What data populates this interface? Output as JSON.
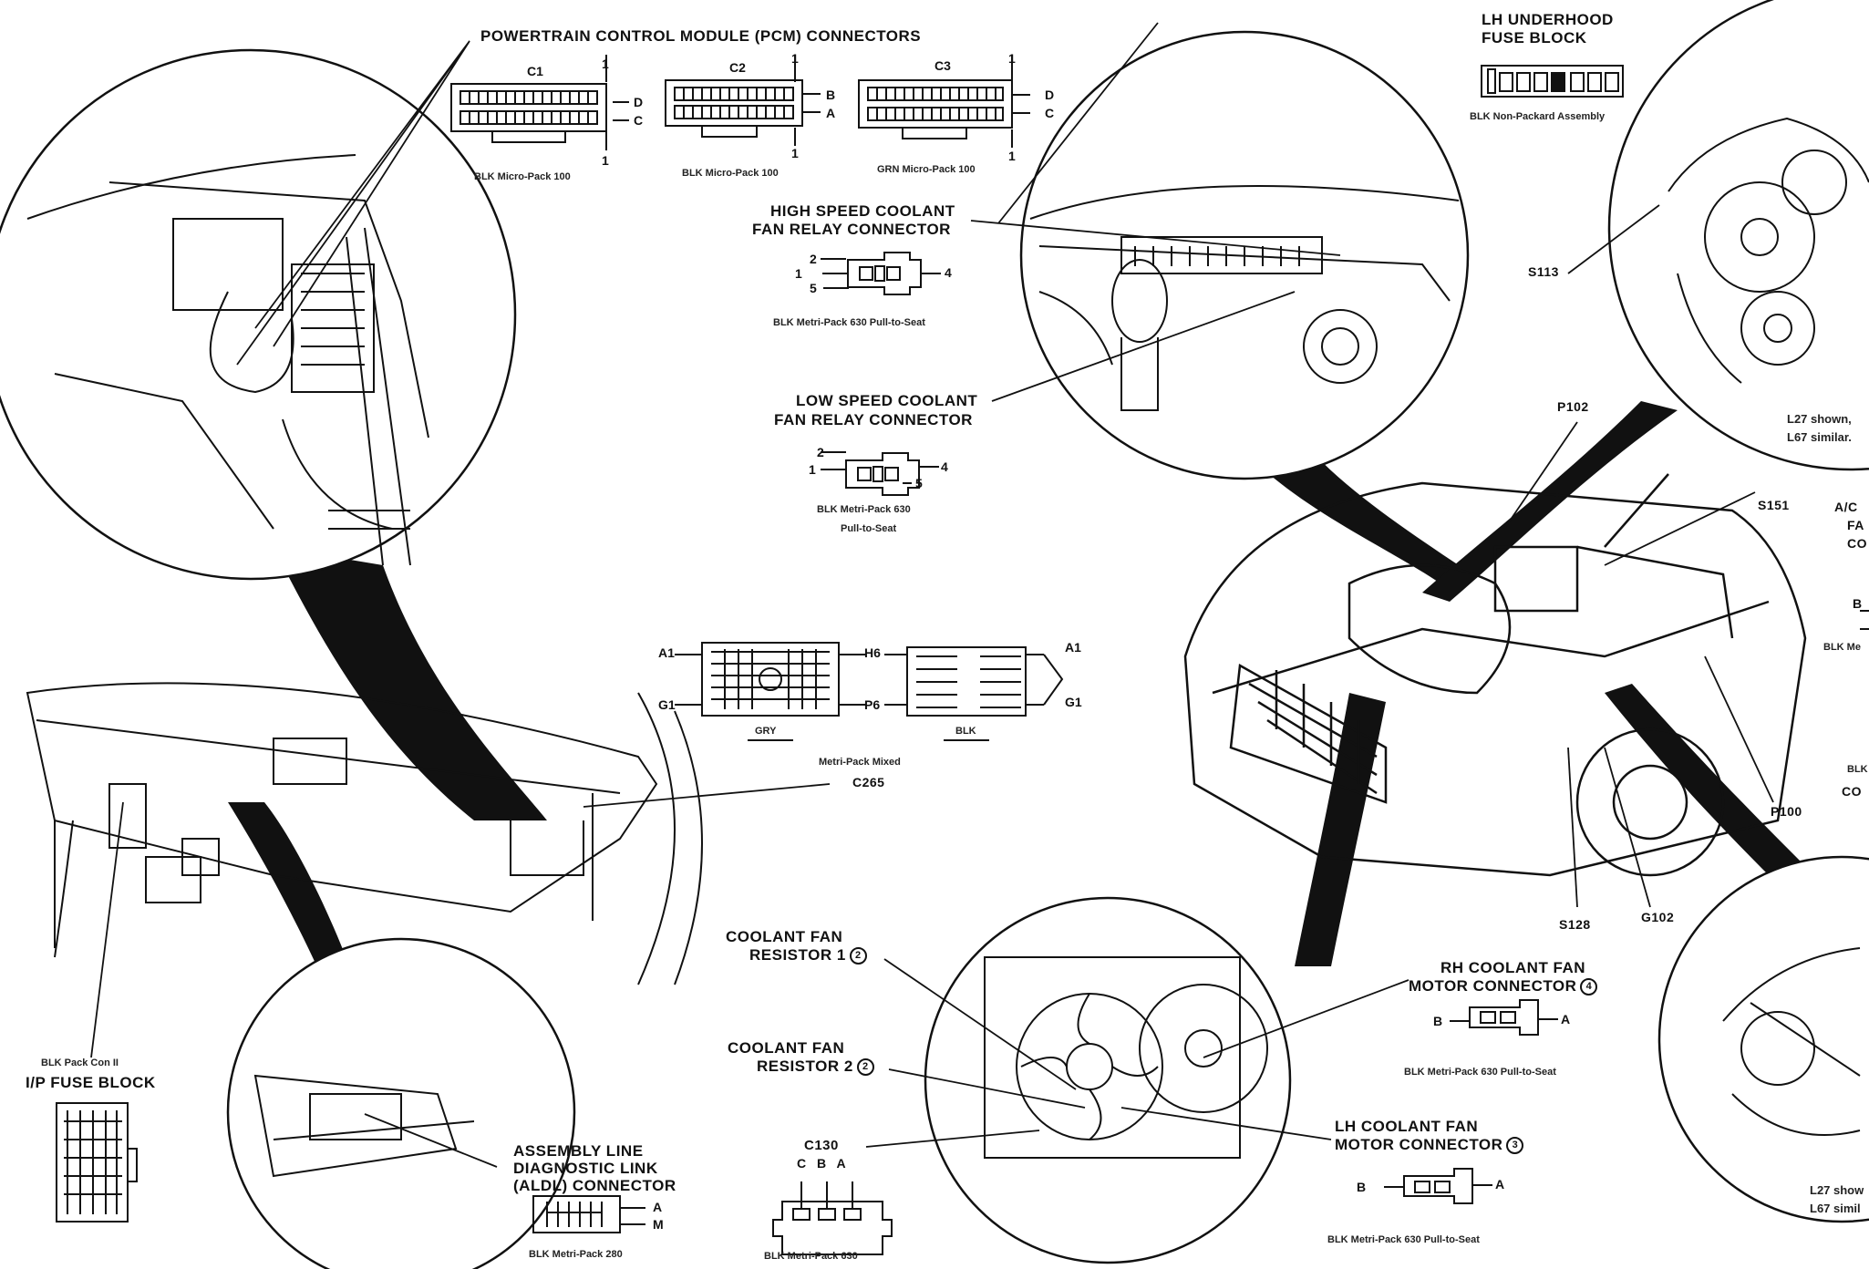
{
  "pcm": {
    "title": "POWERTRAIN CONTROL MODULE (PCM) CONNECTORS",
    "c1": "C1",
    "c2": "C2",
    "c3": "C3",
    "cap1": "BLK Micro-Pack 100",
    "cap2": "BLK Micro-Pack 100",
    "cap3": "GRN Micro-Pack 100"
  },
  "pins": {
    "one": "1",
    "d": "D",
    "c": "C",
    "b": "B",
    "a": "A",
    "two": "2",
    "four": "4",
    "five": "5",
    "a1": "A1",
    "g1": "G1",
    "h6": "H6",
    "p6": "P6",
    "m": "M"
  },
  "fuse_block": {
    "title_line1": "LH UNDERHOOD",
    "title_line2": "FUSE BLOCK",
    "caption": "BLK Non-Packard Assembly"
  },
  "hs_relay": {
    "line1": "HIGH SPEED COOLANT",
    "line2": "FAN RELAY CONNECTOR",
    "caption": "BLK Metri-Pack 630 Pull-to-Seat"
  },
  "ls_relay": {
    "line1": "LOW SPEED COOLANT",
    "line2": "FAN RELAY CONNECTOR",
    "caption1": "BLK Metri-Pack 630",
    "caption2": "Pull-to-Seat"
  },
  "c265": {
    "label": "C265",
    "caption": "Metri-Pack Mixed",
    "gry": "GRY",
    "blk": "BLK"
  },
  "splices": {
    "s113": "S113",
    "p102": "P102",
    "s151": "S151",
    "p100": "P100",
    "s128": "S128",
    "g102": "G102"
  },
  "engine_note": {
    "line1": "L27 shown,",
    "line2": "L67 similar."
  },
  "engine_note2": {
    "line1": "L27 show",
    "line2": "L67 simil"
  },
  "cut_right": {
    "ac1": "A/C",
    "ac2": "FA",
    "ac3": "CO",
    "b": "B",
    "blk_me": "BLK Me",
    "blk": "BLK",
    "co": "CO"
  },
  "ip_fuse": {
    "caption": "BLK Pack Con II",
    "title": "I/P FUSE BLOCK"
  },
  "aldl": {
    "line1": "ASSEMBLY LINE",
    "line2": "DIAGNOSTIC LINK",
    "line3": "(ALDL) CONNECTOR",
    "caption": "BLK Metri-Pack 280"
  },
  "resistor1": {
    "line1": "COOLANT FAN",
    "line2": "RESISTOR 1",
    "num": "2"
  },
  "resistor2": {
    "line1": "COOLANT FAN",
    "line2": "RESISTOR 2",
    "num": "2"
  },
  "c130": {
    "label": "C130",
    "pins": "C B A",
    "caption": "BLK Metri-Pack 630"
  },
  "rh_motor": {
    "line1": "RH COOLANT FAN",
    "line2": "MOTOR CONNECTOR",
    "num": "4",
    "caption": "BLK Metri-Pack 630 Pull-to-Seat"
  },
  "lh_motor": {
    "line1": "LH COOLANT FAN",
    "line2": "MOTOR CONNECTOR",
    "num": "3",
    "caption": "BLK Metri-Pack 630 Pull-to-Seat"
  }
}
